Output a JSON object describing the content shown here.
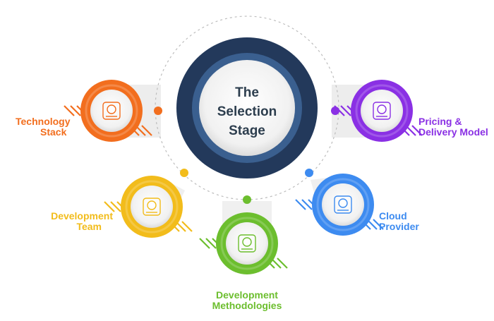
{
  "center": {
    "line1": "The",
    "line2": "Selection",
    "line3": "Stage"
  },
  "nodes": [
    {
      "id": "technology-stack",
      "line1": "Technology",
      "line2": "Stack",
      "icon": "lightbulb-gears-icon",
      "color": "#F26E1E"
    },
    {
      "id": "pricing-delivery",
      "line1": "Pricing &",
      "line2": "Delivery Model",
      "icon": "money-hand-icon",
      "color": "#8A30E4"
    },
    {
      "id": "development-team",
      "line1": "Development",
      "line2": "Team",
      "icon": "team-icon",
      "color": "#F2BC1B"
    },
    {
      "id": "cloud-provider",
      "line1": "Cloud",
      "line2": "Provider",
      "icon": "cloud-network-icon",
      "color": "#3D8BF0"
    },
    {
      "id": "development-methodologies",
      "line1": "Development",
      "line2": "Methodologies",
      "icon": "methodology-icon",
      "color": "#6CBE2E"
    }
  ],
  "colors": {
    "navy": "#23395B",
    "blue_ring": "#3A5F8F",
    "text": "#2D3E4E"
  }
}
